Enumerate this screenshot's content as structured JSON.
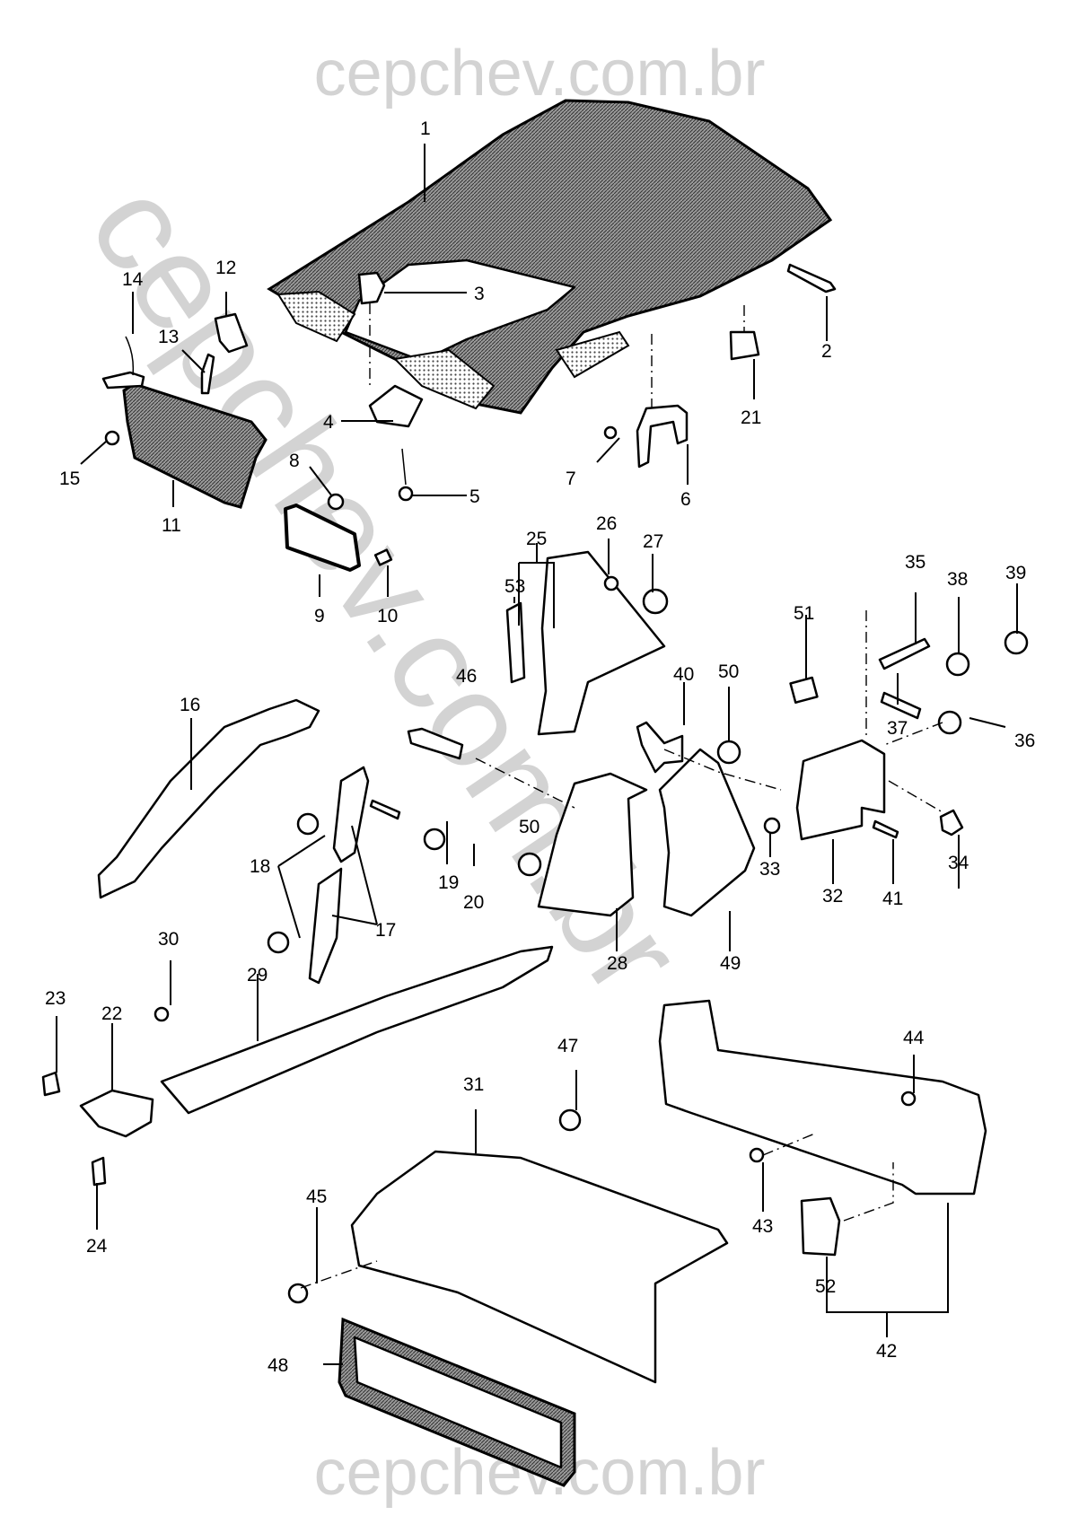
{
  "watermark": {
    "top_text": "cepchev.com.br",
    "bottom_text": "cepchev.com.br",
    "diagonal_text": "cepchev.com.br",
    "color": "#d3d3d3"
  },
  "diagram": {
    "subject": "Interior trim / headliner exploded parts view",
    "line_color": "#000000",
    "background": "#ffffff",
    "callouts": [
      {
        "id": "1",
        "label": "1",
        "part": "headliner"
      },
      {
        "id": "2",
        "label": "2",
        "part": "rear-bracket"
      },
      {
        "id": "3",
        "label": "3",
        "part": "clip"
      },
      {
        "id": "4",
        "label": "4",
        "part": "dome-lamp-bezel"
      },
      {
        "id": "5",
        "label": "5",
        "part": "screw"
      },
      {
        "id": "6",
        "label": "6",
        "part": "assist-handle"
      },
      {
        "id": "7",
        "label": "7",
        "part": "screw"
      },
      {
        "id": "8",
        "label": "8",
        "part": "mirror-mount"
      },
      {
        "id": "9",
        "label": "9",
        "part": "rearview-mirror"
      },
      {
        "id": "10",
        "label": "10",
        "part": "mirror-pad"
      },
      {
        "id": "11",
        "label": "11",
        "part": "sun-visor"
      },
      {
        "id": "12",
        "label": "12",
        "part": "visor-holder"
      },
      {
        "id": "13",
        "label": "13",
        "part": "screw"
      },
      {
        "id": "14",
        "label": "14",
        "part": "visor-bracket"
      },
      {
        "id": "15",
        "label": "15",
        "part": "screw"
      },
      {
        "id": "16",
        "label": "16",
        "part": "a-pillar-trim"
      },
      {
        "id": "17",
        "label": "17",
        "part": "b-pillar-trim"
      },
      {
        "id": "18",
        "label": "18",
        "part": "retainer"
      },
      {
        "id": "19",
        "label": "19",
        "part": "screw"
      },
      {
        "id": "20",
        "label": "20",
        "part": "cap"
      },
      {
        "id": "21",
        "label": "21",
        "part": "clip"
      },
      {
        "id": "22",
        "label": "22",
        "part": "kick-panel"
      },
      {
        "id": "23",
        "label": "23",
        "part": "clip"
      },
      {
        "id": "24",
        "label": "24",
        "part": "clip"
      },
      {
        "id": "25",
        "label": "25",
        "part": "quarter-upper-trim-assembly"
      },
      {
        "id": "26",
        "label": "26",
        "part": "screw"
      },
      {
        "id": "27",
        "label": "27",
        "part": "cap"
      },
      {
        "id": "28",
        "label": "28",
        "part": "c-pillar-trim"
      },
      {
        "id": "29",
        "label": "29",
        "part": "sill-plate"
      },
      {
        "id": "30",
        "label": "30",
        "part": "screw"
      },
      {
        "id": "31",
        "label": "31",
        "part": "package-tray"
      },
      {
        "id": "32",
        "label": "32",
        "part": "trunk-side-panel"
      },
      {
        "id": "33",
        "label": "33",
        "part": "nut"
      },
      {
        "id": "34",
        "label": "34",
        "part": "fastener"
      },
      {
        "id": "35",
        "label": "35",
        "part": "strap"
      },
      {
        "id": "36",
        "label": "36",
        "part": "fastener"
      },
      {
        "id": "37",
        "label": "37",
        "part": "pin"
      },
      {
        "id": "38",
        "label": "38",
        "part": "push-pin"
      },
      {
        "id": "39",
        "label": "39",
        "part": "push-pin"
      },
      {
        "id": "40",
        "label": "40",
        "part": "bracket"
      },
      {
        "id": "41",
        "label": "41",
        "part": "screw"
      },
      {
        "id": "42",
        "label": "42",
        "part": "rear-panel-trim-assembly"
      },
      {
        "id": "43",
        "label": "43",
        "part": "nut"
      },
      {
        "id": "44",
        "label": "44",
        "part": "nut"
      },
      {
        "id": "45",
        "label": "45",
        "part": "push-retainer"
      },
      {
        "id": "46",
        "label": "46",
        "part": "retainer"
      },
      {
        "id": "47",
        "label": "47",
        "part": "retainer"
      },
      {
        "id": "48",
        "label": "48",
        "part": "seal"
      },
      {
        "id": "49",
        "label": "49",
        "part": "quarter-lower-trim"
      },
      {
        "id": "50a",
        "label": "50",
        "part": "push-retainer"
      },
      {
        "id": "50b",
        "label": "50",
        "part": "push-retainer"
      },
      {
        "id": "51",
        "label": "51",
        "part": "clip"
      },
      {
        "id": "52",
        "label": "52",
        "part": "cover"
      },
      {
        "id": "53",
        "label": "53",
        "part": "trim-insert"
      }
    ]
  }
}
